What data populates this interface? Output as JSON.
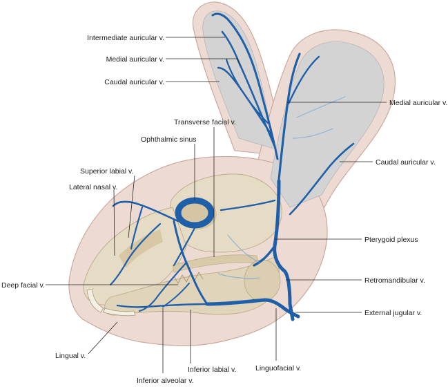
{
  "labels": {
    "intermediate_auricular": "Intermediate auricular v.",
    "medial_auricular_left": "Medial auricular v.",
    "caudal_auricular_left": "Caudal auricular v.",
    "medial_auricular_right": "Medial auricular v.",
    "transverse_facial": "Transverse facial v.",
    "ophthalmic_sinus": "Ophthalmic sinus",
    "superior_labial": "Superior labial v.",
    "lateral_nasal": "Lateral nasal v.",
    "caudal_auricular_right": "Caudal auricular v.",
    "pterygoid_plexus": "Pterygoid plexus",
    "deep_facial": "Deep facial v.",
    "retromandibular": "Retromandibular v.",
    "external_jugular": "External jugular v.",
    "lingual": "Lingual v.",
    "inferior_labial": "Inferior labial v.",
    "linguofacial": "Linguofacial v.",
    "inferior_alveolar": "Inferior alveolar v."
  },
  "colors": {
    "vein": "#1f5fa8",
    "skin": "#eddad3",
    "skin_outline": "#c9a99d",
    "ear_inner": "#d3d3d3",
    "bone": "#e6dcc6",
    "bone_shadow": "#bfae8c"
  }
}
